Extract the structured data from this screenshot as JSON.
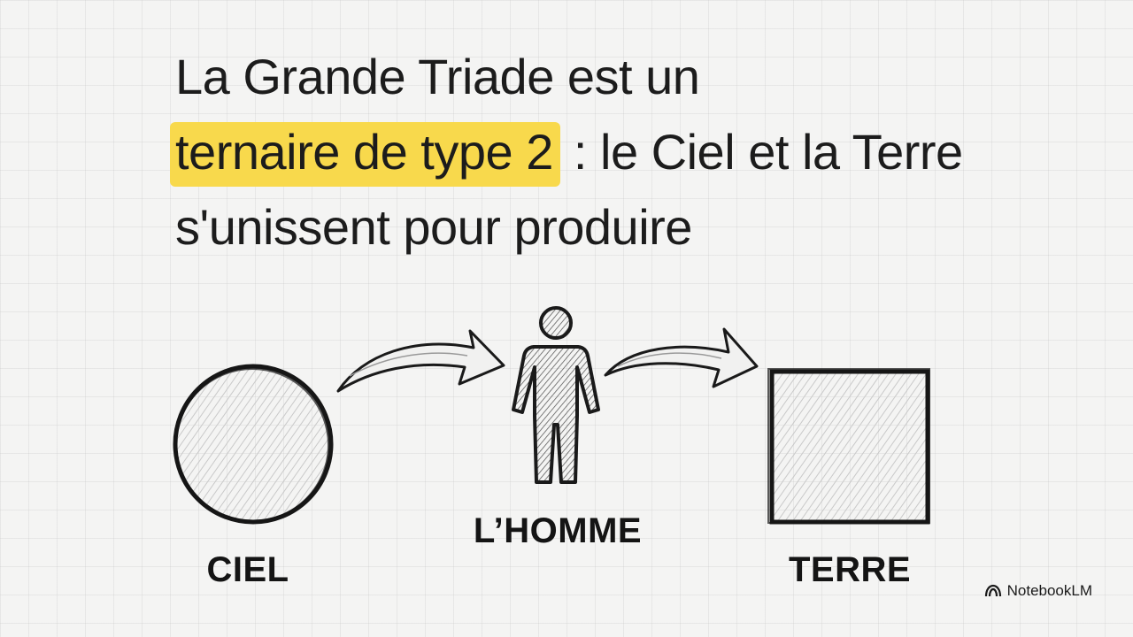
{
  "title": {
    "before": "La Grande Triade est un",
    "highlight": "ternaire de type 2",
    "after": " : le Ciel et la Terre s'unissent pour produire"
  },
  "labels": {
    "ciel": "CIEL",
    "homme": "L’HOMME",
    "terre": "TERRE"
  },
  "brand": {
    "name": "NotebookLM",
    "icon": "notebooklm-logo-icon"
  },
  "colors": {
    "highlight": "#f8d94c",
    "ink": "#1c1c1c"
  }
}
